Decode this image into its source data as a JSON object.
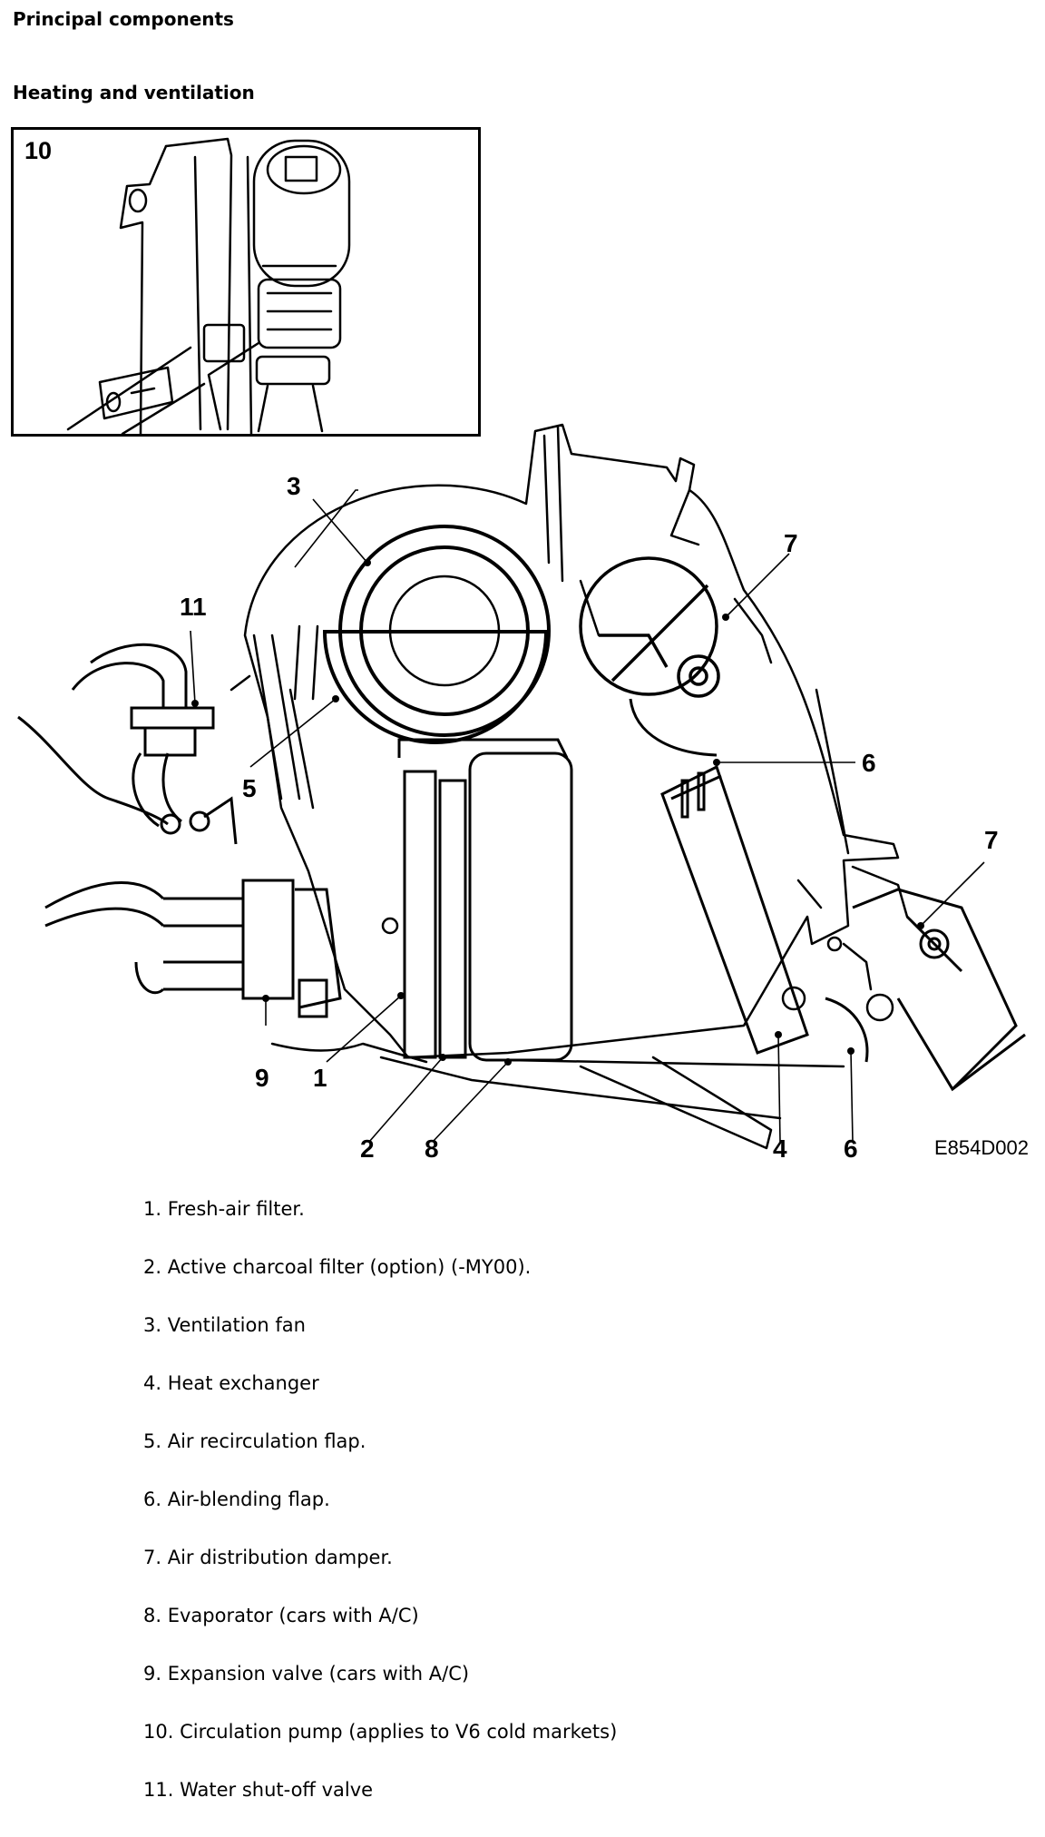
{
  "headings": {
    "section": "Principal components",
    "subsection": "Heating and ventilation"
  },
  "figure": {
    "inset_label": "10",
    "callouts": {
      "c1": "1",
      "c2": "2",
      "c3": "3",
      "c4": "4",
      "c5": "5",
      "c6a": "6",
      "c6b": "6",
      "c7a": "7",
      "c7b": "7",
      "c8": "8",
      "c9": "9",
      "c11": "11"
    },
    "code": "E854D002"
  },
  "legend": [
    "1.  Fresh-air filter.",
    "2.  Active charcoal filter (option) (-MY00).",
    "3.  Ventilation fan",
    "4.  Heat exchanger",
    "5.  Air recirculation flap.",
    "6.  Air-blending flap.",
    "7.  Air distribution damper.",
    "8.  Evaporator (cars with A/C)",
    "9.  Expansion valve (cars with A/C)",
    "10. Circulation pump (applies to V6 cold markets)",
    "11. Water shut-off valve"
  ]
}
